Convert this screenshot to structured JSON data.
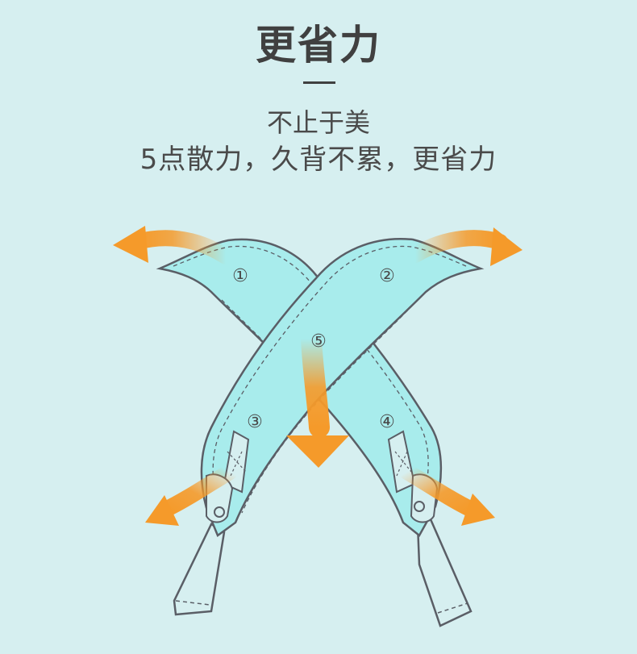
{
  "heading": {
    "title": "更省力"
  },
  "copy": {
    "line1": "不止于美",
    "line2": "5点散力，久背不累，更省力"
  },
  "colors": {
    "background": "#d6eff0",
    "strap_fill": "#a8ecec",
    "outline": "#5a5e66",
    "arrow": "#f59a2a",
    "text": "#404040"
  },
  "markers": [
    {
      "id": 1,
      "label": "①"
    },
    {
      "id": 2,
      "label": "②"
    },
    {
      "id": 3,
      "label": "③"
    },
    {
      "id": 4,
      "label": "④"
    },
    {
      "id": 5,
      "label": "⑤"
    }
  ],
  "arrows": [
    {
      "name": "arrow-upper-left",
      "direction": "up-left"
    },
    {
      "name": "arrow-upper-right",
      "direction": "up-right"
    },
    {
      "name": "arrow-center-down",
      "direction": "down"
    },
    {
      "name": "arrow-lower-left",
      "direction": "down-left"
    },
    {
      "name": "arrow-lower-right",
      "direction": "down-right"
    }
  ]
}
